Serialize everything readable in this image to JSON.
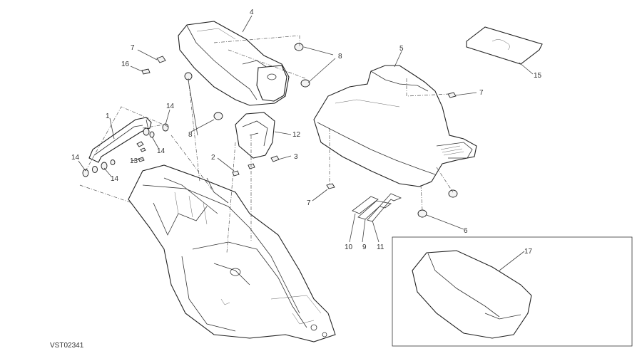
{
  "drawing_code": "VST02341",
  "callouts": {
    "c1": "1",
    "c2": "2",
    "c3": "3",
    "c4": "4",
    "c5": "5",
    "c6": "6",
    "c7a": "7",
    "c7b": "7",
    "c7c": "7",
    "c8a": "8",
    "c8b": "8",
    "c9": "9",
    "c10": "10",
    "c11": "11",
    "c12": "12",
    "c13": "13",
    "c14a": "14",
    "c14b": "14",
    "c14c": "14",
    "c14d": "14",
    "c15": "15",
    "c16": "16",
    "c17": "17"
  }
}
